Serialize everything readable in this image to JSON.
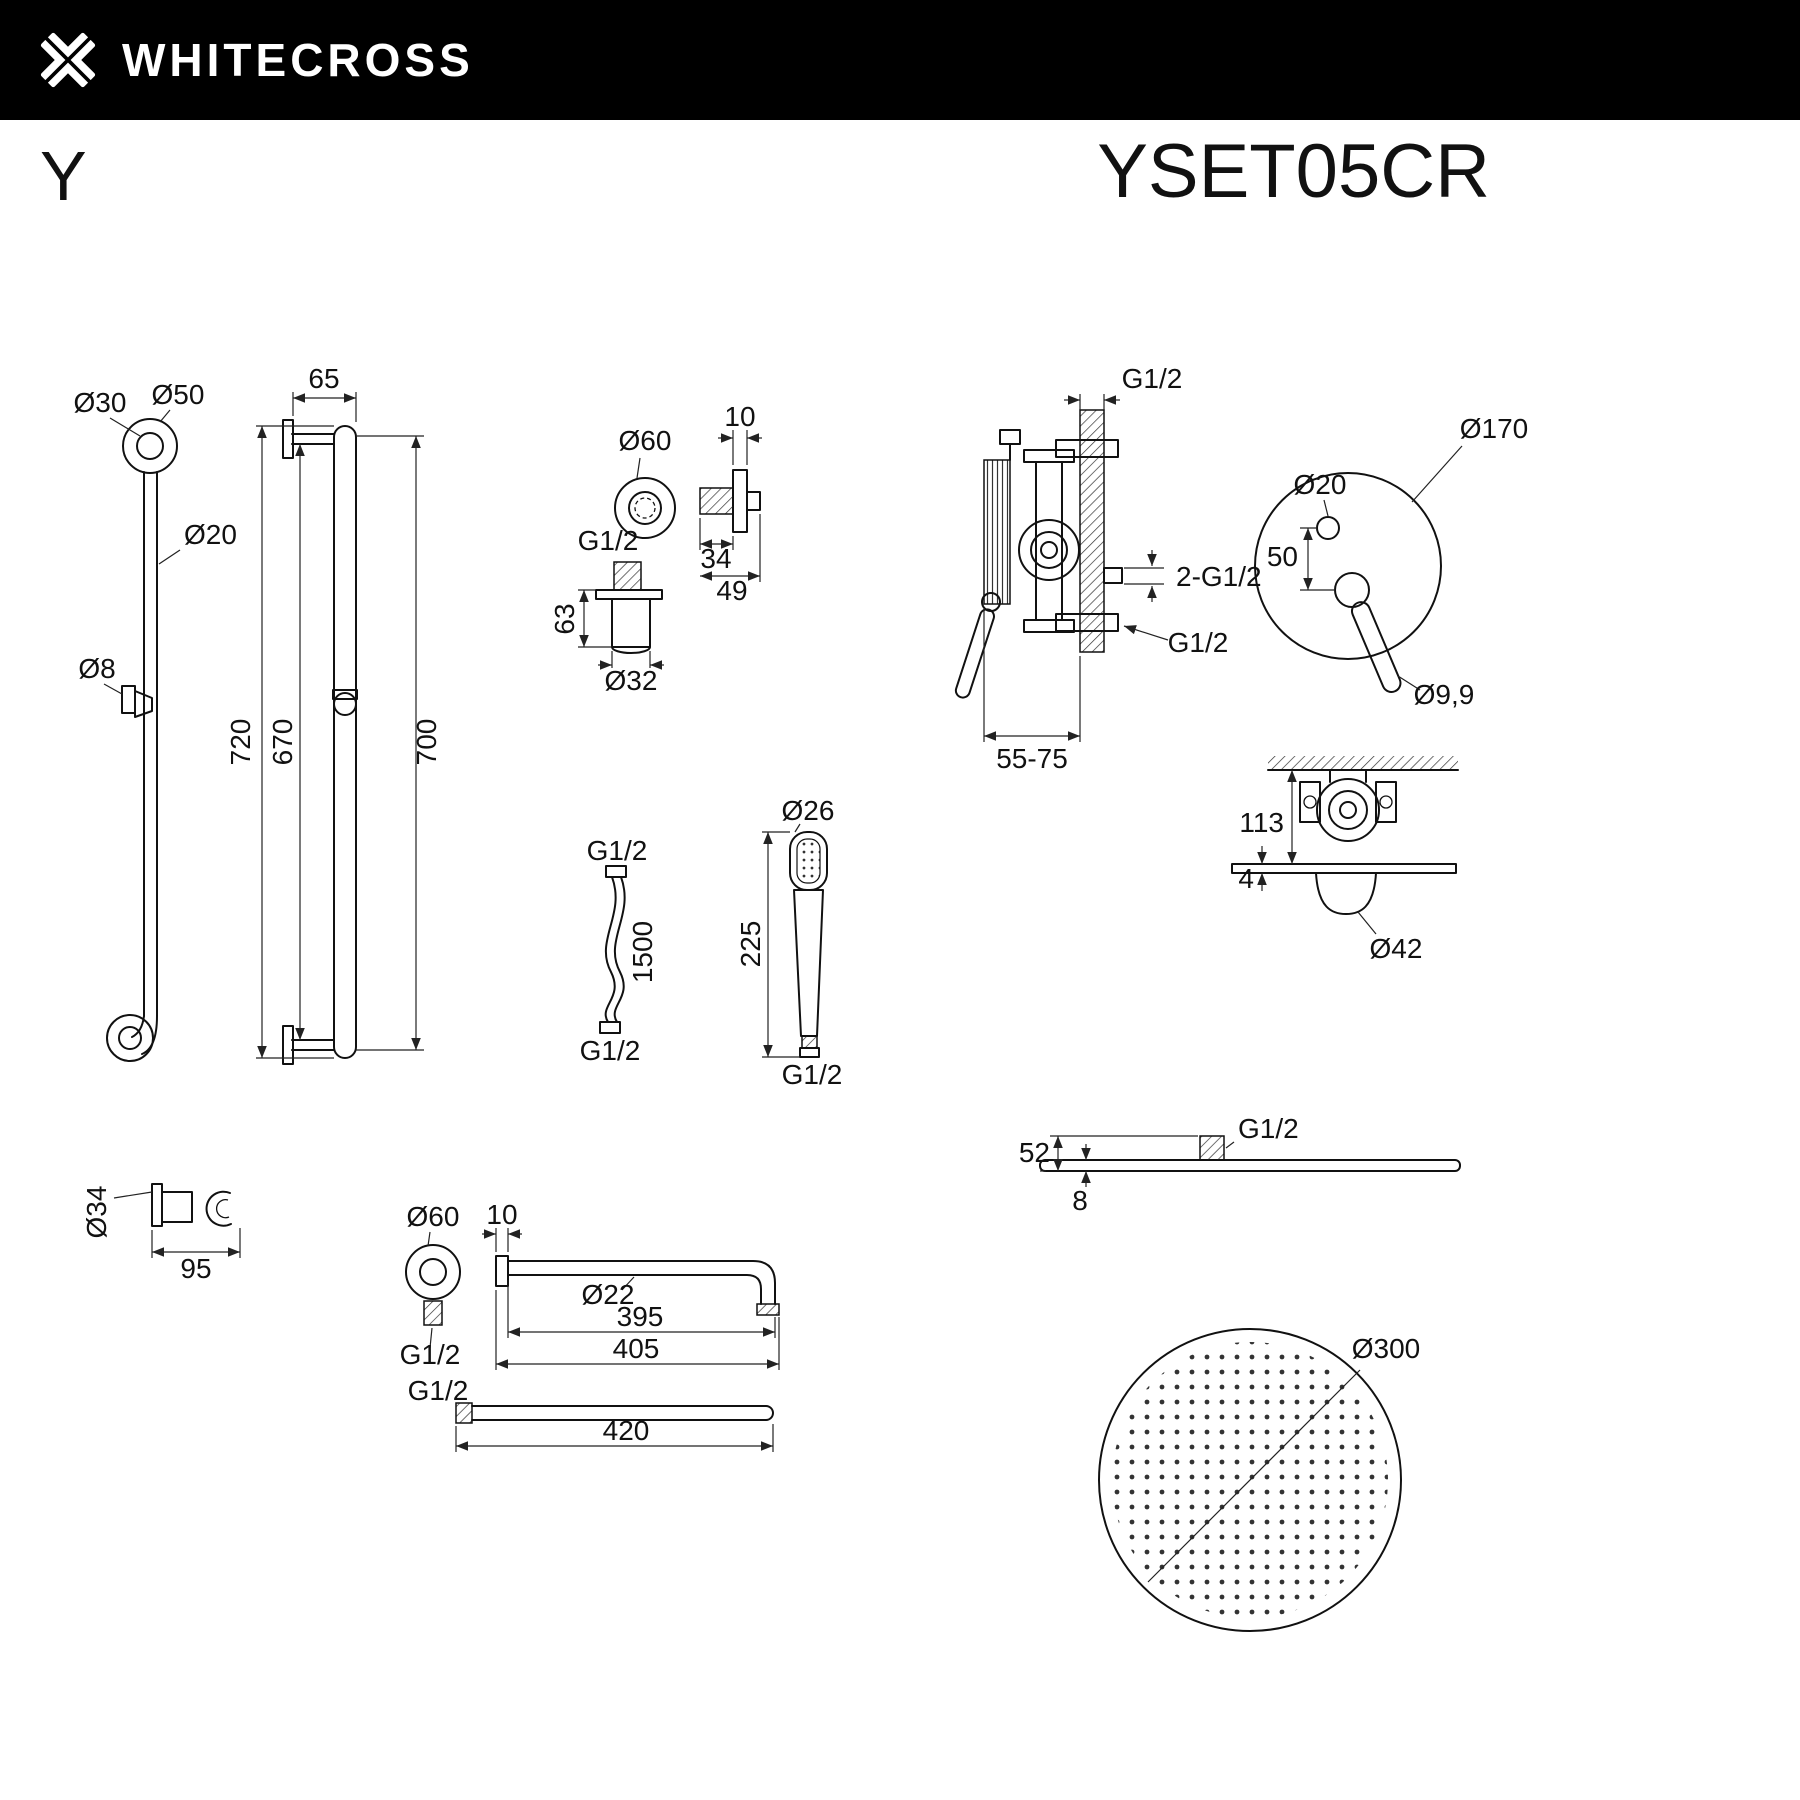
{
  "header": {
    "brand": "WHITECROSS",
    "series": "Y",
    "model": "YSET05CR"
  },
  "dims": {
    "rail": {
      "d30": "Ø30",
      "d50": "Ø50",
      "d20": "Ø20",
      "d8": "Ø8",
      "w65": "65",
      "h720": "720",
      "h670": "670",
      "h700": "700"
    },
    "elbow": {
      "d60": "Ø60",
      "t10": "10",
      "g12": "G1/2",
      "w34": "34",
      "w49": "49",
      "h63": "63",
      "d32": "Ø32"
    },
    "hose": {
      "g12_top": "G1/2",
      "l1500": "1500",
      "g12_bot": "G1/2"
    },
    "handshower": {
      "d26": "Ø26",
      "l225": "225",
      "g12": "G1/2"
    },
    "mixer_side": {
      "g12_top": "G1/2",
      "g12_2": "2-G1/2",
      "g12_bot": "G1/2",
      "depth": "55-75"
    },
    "mixer_face": {
      "d170": "Ø170",
      "d20": "Ø20",
      "h50": "50",
      "d99": "Ø9,9"
    },
    "mixer_mount": {
      "h113": "113",
      "t4": "4",
      "d42": "Ø42"
    },
    "bracket": {
      "d34": "Ø34",
      "w95": "95"
    },
    "arm": {
      "d60": "Ø60",
      "t10": "10",
      "d22": "Ø22",
      "l395": "395",
      "l405": "405",
      "g12_flange": "G1/2",
      "l420": "420",
      "g12_straight": "G1/2"
    },
    "head_side": {
      "g12": "G1/2",
      "h52": "52",
      "t8": "8"
    },
    "head_face": {
      "d300": "Ø300"
    }
  }
}
